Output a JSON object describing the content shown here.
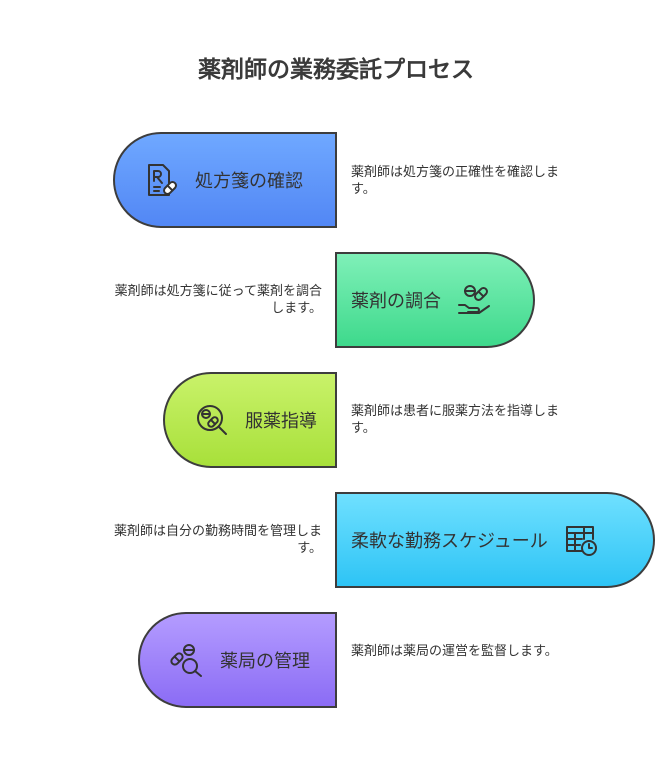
{
  "title": "薬剤師の業務委託プロセス",
  "steps": [
    {
      "label": "処方箋の確認",
      "icon": "prescription-icon",
      "description": "薬剤師は処方箋の正確性を確認します。",
      "colors": [
        "#6fa8ff",
        "#5287f5"
      ]
    },
    {
      "label": "薬剤の調合",
      "icon": "pill-hand-icon",
      "description": "薬剤師は処方箋に従って薬剤を調合します。",
      "colors": [
        "#7ff0b8",
        "#3ed98c"
      ]
    },
    {
      "label": "服薬指導",
      "icon": "pill-search-icon",
      "description": "薬剤師は患者に服薬方法を指導します。",
      "colors": [
        "#c9f26a",
        "#a8e03a"
      ]
    },
    {
      "label": "柔軟な勤務スケジュール",
      "icon": "calendar-clock-icon",
      "description": "薬剤師は自分の勤務時間を管理します。",
      "colors": [
        "#6fe0ff",
        "#2ec4f5"
      ]
    },
    {
      "label": "薬局の管理",
      "icon": "pills-magnifier-icon",
      "description": "薬剤師は薬局の運営を監督します。",
      "colors": [
        "#b49cff",
        "#8b6cf5"
      ]
    }
  ]
}
